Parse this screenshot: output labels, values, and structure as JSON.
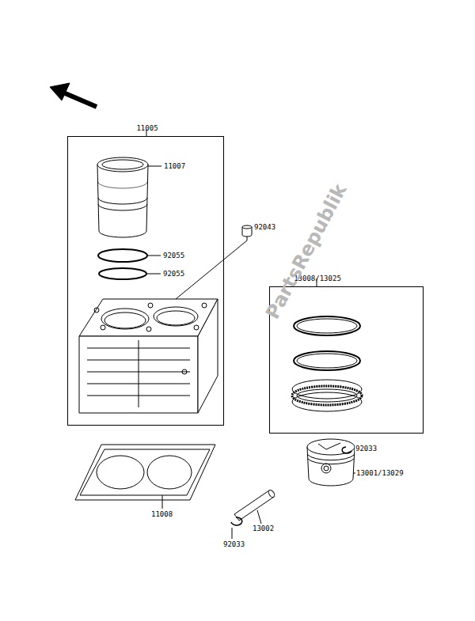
{
  "diagram": {
    "nodes": [
      {
        "text": [
          "11005"
        ]
      },
      {
        "text": [
          "13008/13025"
        ]
      }
    ],
    "labels": [
      "11007",
      "92055",
      "92055",
      "92043",
      "92033",
      "13001/13029",
      "11008",
      "13002",
      "92033",
      "PartsRepublik"
    ]
  }
}
